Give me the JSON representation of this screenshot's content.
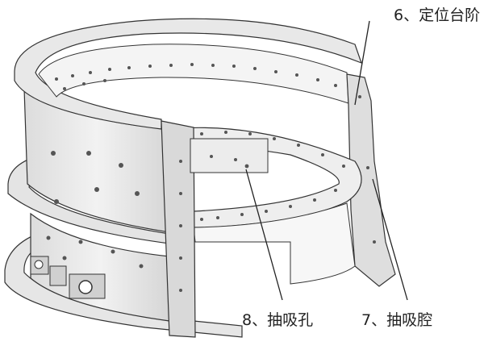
{
  "figure": {
    "callouts": [
      {
        "id": "6",
        "text": "6、定位台阶"
      },
      {
        "id": "8",
        "text": "8、抽吸孔"
      },
      {
        "id": "7",
        "text": "7、抽吸腔"
      }
    ]
  },
  "colors": {
    "stroke": "#333333",
    "metal": "#e9e9e9",
    "metal_dark": "#c8c8c8",
    "inner": "#f4f4f4",
    "hole": "#555555"
  }
}
